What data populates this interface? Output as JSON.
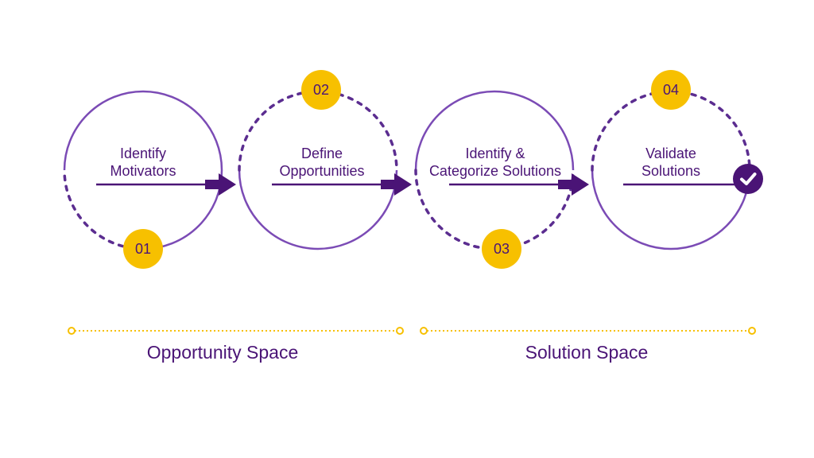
{
  "colors": {
    "purple": "#4a1476",
    "circle_stroke": "#7b4bb5",
    "dashed": "#5b2d90",
    "gold": "#f7c000"
  },
  "steps": [
    {
      "number": "01",
      "title_line1": "Identify",
      "title_line2": "Motivators"
    },
    {
      "number": "02",
      "title_line1": "Define",
      "title_line2": "Opportunities"
    },
    {
      "number": "03",
      "title_line1": "Identify &",
      "title_line2": "Categorize Solutions"
    },
    {
      "number": "04",
      "title_line1": "Validate",
      "title_line2": "Solutions"
    }
  ],
  "spaces": [
    {
      "label": "Opportunity Space"
    },
    {
      "label": "Solution Space"
    }
  ],
  "icons": {
    "arrow": "arrow-right-icon",
    "check": "check-circle-icon"
  }
}
